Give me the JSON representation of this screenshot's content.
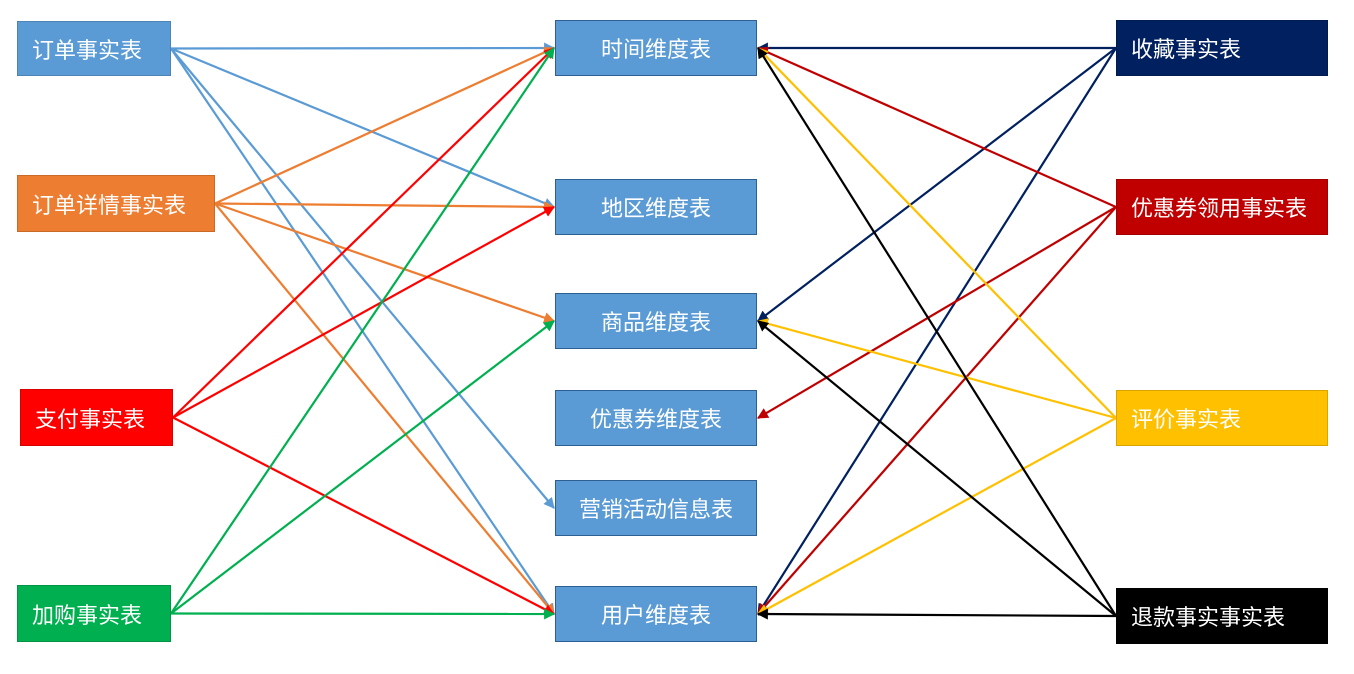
{
  "nodes": {
    "f_order": {
      "label": "订单事实表",
      "color": "#5b9bd5"
    },
    "f_detail": {
      "label": "订单详情事实表",
      "color": "#ed7d31"
    },
    "f_pay": {
      "label": "支付事实表",
      "color": "#ff0000"
    },
    "f_cart": {
      "label": "加购事实表",
      "color": "#00b050"
    },
    "d_time": {
      "label": "时间维度表",
      "color": "#5b9bd5"
    },
    "d_region": {
      "label": "地区维度表",
      "color": "#5b9bd5"
    },
    "d_goods": {
      "label": "商品维度表",
      "color": "#5b9bd5"
    },
    "d_coupon": {
      "label": "优惠券维度表",
      "color": "#5b9bd5"
    },
    "d_activity": {
      "label": "营销活动信息表",
      "color": "#5b9bd5"
    },
    "d_user": {
      "label": "用户维度表",
      "color": "#5b9bd5"
    },
    "f_fav": {
      "label": "收藏事实表",
      "color": "#002060"
    },
    "f_couponuse": {
      "label": "优惠券领用事实表",
      "color": "#c00000"
    },
    "f_comment": {
      "label": "评价事实表",
      "color": "#ffc000"
    },
    "f_refund": {
      "label": "退款事实事实表",
      "color": "#000000"
    }
  },
  "edges": [
    {
      "from": "f_order",
      "to": "d_time",
      "color": "#5b9bd5"
    },
    {
      "from": "f_order",
      "to": "d_region",
      "color": "#5b9bd5"
    },
    {
      "from": "f_order",
      "to": "d_activity",
      "color": "#5b9bd5"
    },
    {
      "from": "f_order",
      "to": "d_user",
      "color": "#5b9bd5"
    },
    {
      "from": "f_detail",
      "to": "d_time",
      "color": "#ed7d31"
    },
    {
      "from": "f_detail",
      "to": "d_region",
      "color": "#ed7d31"
    },
    {
      "from": "f_detail",
      "to": "d_goods",
      "color": "#ed7d31"
    },
    {
      "from": "f_detail",
      "to": "d_user",
      "color": "#ed7d31"
    },
    {
      "from": "f_pay",
      "to": "d_time",
      "color": "#ff0000"
    },
    {
      "from": "f_pay",
      "to": "d_region",
      "color": "#ff0000"
    },
    {
      "from": "f_pay",
      "to": "d_user",
      "color": "#ff0000"
    },
    {
      "from": "f_cart",
      "to": "d_time",
      "color": "#00b050"
    },
    {
      "from": "f_cart",
      "to": "d_goods",
      "color": "#00b050"
    },
    {
      "from": "f_cart",
      "to": "d_user",
      "color": "#00b050"
    },
    {
      "from": "f_fav",
      "to": "d_time",
      "color": "#002060"
    },
    {
      "from": "f_fav",
      "to": "d_goods",
      "color": "#002060"
    },
    {
      "from": "f_fav",
      "to": "d_user",
      "color": "#002060"
    },
    {
      "from": "f_couponuse",
      "to": "d_time",
      "color": "#c00000"
    },
    {
      "from": "f_couponuse",
      "to": "d_coupon",
      "color": "#c00000"
    },
    {
      "from": "f_couponuse",
      "to": "d_user",
      "color": "#c00000"
    },
    {
      "from": "f_comment",
      "to": "d_time",
      "color": "#ffc000"
    },
    {
      "from": "f_comment",
      "to": "d_goods",
      "color": "#ffc000"
    },
    {
      "from": "f_comment",
      "to": "d_user",
      "color": "#ffc000"
    },
    {
      "from": "f_refund",
      "to": "d_time",
      "color": "#000000"
    },
    {
      "from": "f_refund",
      "to": "d_goods",
      "color": "#000000"
    },
    {
      "from": "f_refund",
      "to": "d_user",
      "color": "#000000"
    }
  ]
}
